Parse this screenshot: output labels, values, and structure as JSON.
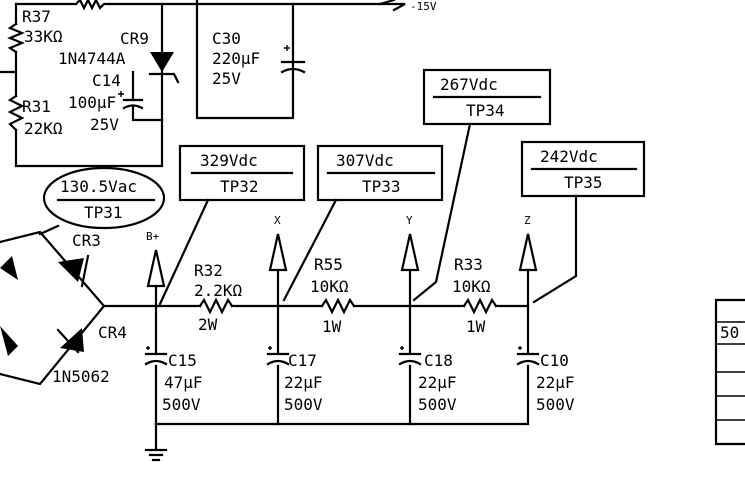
{
  "rails": {
    "neg15": "-15V"
  },
  "components": {
    "r37": {
      "ref": "R37",
      "value": "33KΩ"
    },
    "cr9": {
      "ref": "CR9",
      "part": "1N4744A"
    },
    "c30": {
      "ref": "C30",
      "value": "220μF",
      "voltage": "25V"
    },
    "c14": {
      "ref": "C14",
      "value": "100μF",
      "voltage": "25V"
    },
    "r31": {
      "ref": "R31",
      "value": "22KΩ"
    },
    "cr3": {
      "ref": "CR3"
    },
    "cr4": {
      "ref": "CR4",
      "part": "1N5062"
    },
    "r32": {
      "ref": "R32",
      "value": "2.2KΩ",
      "power": "2W"
    },
    "r55": {
      "ref": "R55",
      "value": "10KΩ",
      "power": "1W"
    },
    "r33": {
      "ref": "R33",
      "value": "10KΩ",
      "power": "1W"
    },
    "c15": {
      "ref": "C15",
      "value": "47μF",
      "voltage": "500V"
    },
    "c17": {
      "ref": "C17",
      "value": "22μF",
      "voltage": "500V"
    },
    "c18": {
      "ref": "C18",
      "value": "22μF",
      "voltage": "500V"
    },
    "c10": {
      "ref": "C10",
      "value": "22μF",
      "voltage": "500V"
    }
  },
  "testpoints": {
    "tp31": {
      "value": "130.5Vac",
      "name": "TP31"
    },
    "tp32": {
      "value": "329Vdc",
      "name": "TP32"
    },
    "tp33": {
      "value": "307Vdc",
      "name": "TP33"
    },
    "tp34": {
      "value": "267Vdc",
      "name": "TP34"
    },
    "tp35": {
      "value": "242Vdc",
      "name": "TP35"
    }
  },
  "nodes": {
    "bplus": "B+",
    "x": "X",
    "y": "Y",
    "z": "Z"
  },
  "partial": {
    "right_box_text": "50"
  }
}
